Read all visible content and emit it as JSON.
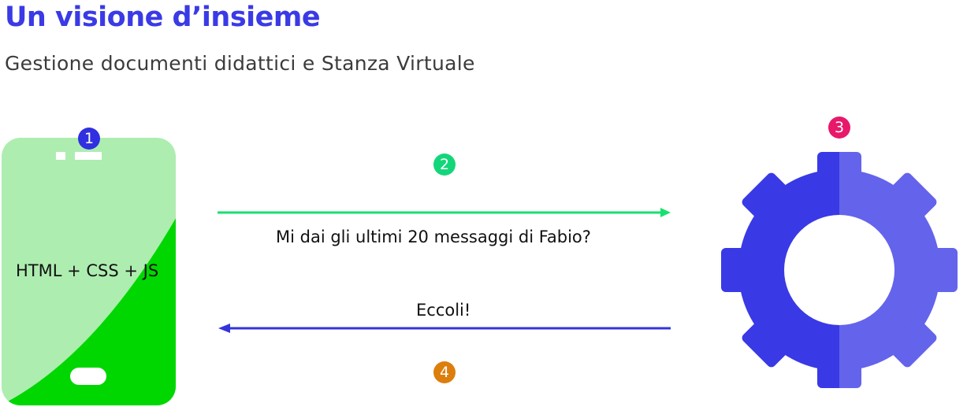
{
  "title": "Un visione d’insieme",
  "subtitle": "Gestione documenti didattici e Stanza Virtuale",
  "client": {
    "label": "HTML + CSS + JS",
    "color_light": "#aeedb0",
    "color_dark": "#00d700"
  },
  "server": {
    "color_left": "#3939e6",
    "color_right": "#6363ec"
  },
  "request": {
    "text": "Mi dai gli ultimi 20 messaggi di Fabio?",
    "color": "#17e070"
  },
  "response": {
    "text": "Eccoli!",
    "color": "#3434dd"
  },
  "steps": [
    {
      "number": "1",
      "color": "#3030e0"
    },
    {
      "number": "2",
      "color": "#13d67a"
    },
    {
      "number": "3",
      "color": "#e8186a"
    },
    {
      "number": "4",
      "color": "#dc7e0c"
    }
  ]
}
